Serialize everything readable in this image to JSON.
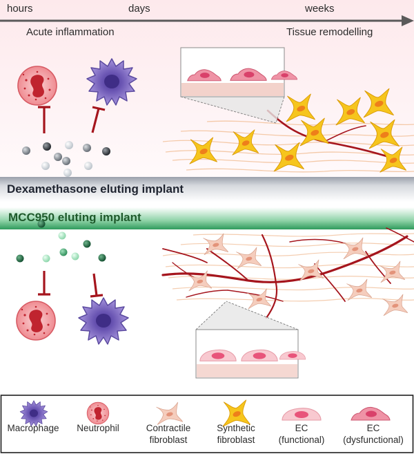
{
  "timeline": {
    "hours": "hours",
    "days": "days",
    "weeks": "weeks",
    "phase_left": "Acute inflammation",
    "phase_right": "Tissue remodelling"
  },
  "panels": {
    "top_title": "Dexamethasone eluting implant",
    "bottom_title": "MCC950 eluting implant"
  },
  "legend": {
    "items": [
      {
        "line1": "Macrophage",
        "line2": ""
      },
      {
        "line1": "Neutrophil",
        "line2": ""
      },
      {
        "line1": "Contractile",
        "line2": "fibroblast"
      },
      {
        "line1": "Synthetic",
        "line2": "fibroblast"
      },
      {
        "line1": "EC",
        "line2": "(functional)"
      },
      {
        "line1": "EC",
        "line2": "(dysfunctional)"
      }
    ]
  },
  "colors": {
    "top_band": "#fdeef0",
    "arrow": "#5a5a5a",
    "vessel": "#a5151d",
    "macrophage": "#8d77c9",
    "neutrophil": "#e9787f",
    "synthetic_fibroblast": "#f6c51d",
    "contractile_fibroblast": "#f2c8b9",
    "green_bar": "#3aa96a",
    "grey_bar": "#c8ccd3"
  }
}
